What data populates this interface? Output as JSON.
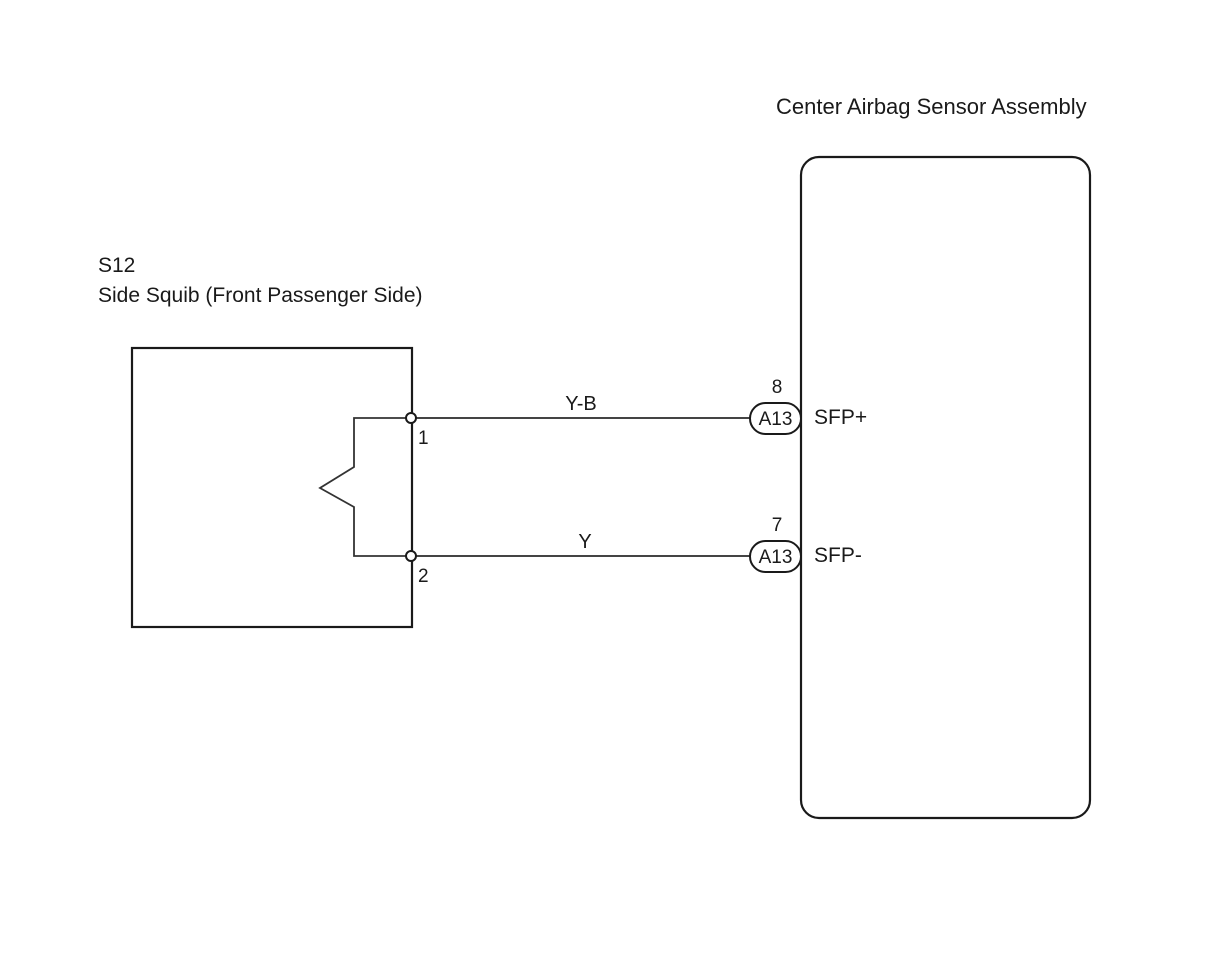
{
  "ecu": {
    "name": "Center Airbag Sensor Assembly"
  },
  "squib": {
    "code": "S12",
    "name": "Side Squib (Front Passenger Side)",
    "pins": [
      "1",
      "2"
    ]
  },
  "wires": [
    {
      "color_code": "Y-B",
      "connector": "A13",
      "ecu_pin": "8",
      "terminal": "SFP+",
      "squib_pin": "1"
    },
    {
      "color_code": "Y",
      "connector": "A13",
      "ecu_pin": "7",
      "terminal": "SFP-",
      "squib_pin": "2"
    }
  ]
}
